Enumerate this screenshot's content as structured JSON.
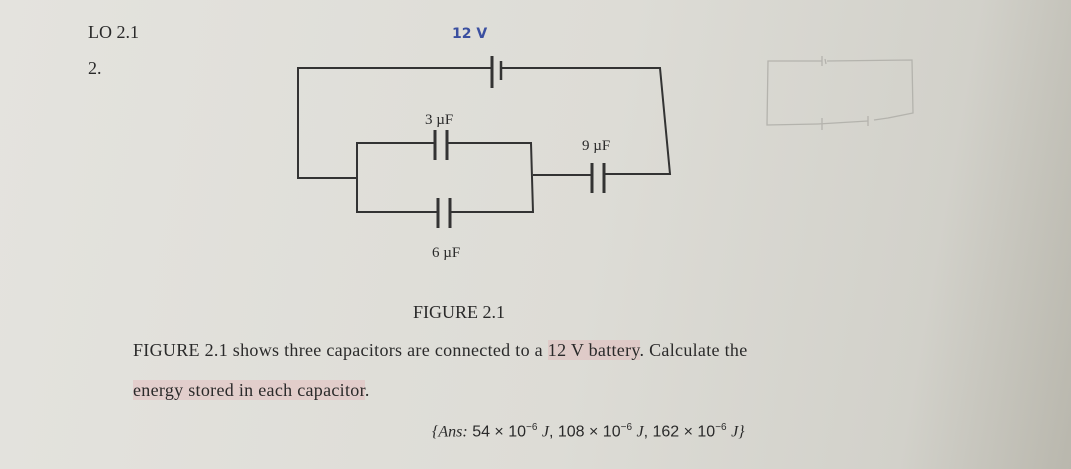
{
  "header": {
    "lo": "LO 2.1",
    "question_number": "2."
  },
  "figure": {
    "battery_label": "12 V",
    "capacitors": [
      {
        "label": "3 µF"
      },
      {
        "label": "9 µF"
      },
      {
        "label": "6 µF"
      }
    ],
    "caption": "FIGURE 2.1"
  },
  "question": {
    "line1_a": "FIGURE 2.1 shows three capacitors are connected to a ",
    "line1_hl": "12 V battery",
    "line1_b": ". Calculate the",
    "line2_hl": "energy stored in each capacitor",
    "line2_b": "."
  },
  "answer": {
    "prefix": "{Ans:",
    "v1": "54 × 10",
    "v2": "108 × 10",
    "v3": "162 × 10",
    "exp": "−6",
    "unit": "J",
    "close": "}"
  }
}
